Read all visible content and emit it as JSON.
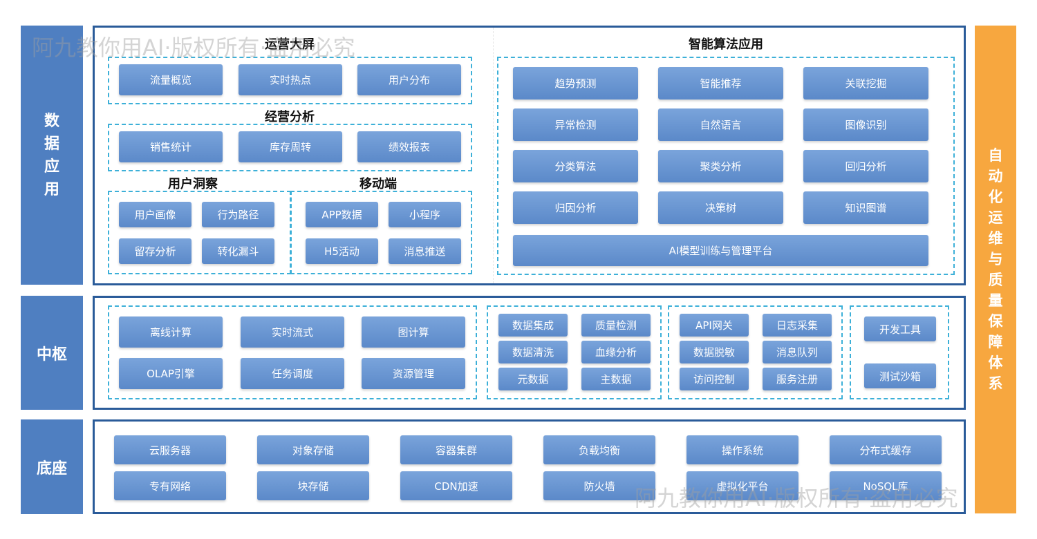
{
  "layers": {
    "data_app": "数据应用",
    "hub": "中枢",
    "base": "底座",
    "side": "自动化运维与质量保障体系"
  },
  "sections": {
    "ops_screen": {
      "title": "运营大屏",
      "items": [
        "流量概览",
        "实时热点",
        "用户分布"
      ]
    },
    "biz_analysis": {
      "title": "经营分析",
      "items": [
        "销售统计",
        "库存周转",
        "绩效报表"
      ]
    },
    "user_insight": {
      "title": "用户洞察",
      "items": [
        "用户画像",
        "行为路径",
        "留存分析",
        "转化漏斗"
      ]
    },
    "mobile": {
      "title": "移动端",
      "items": [
        "APP数据",
        "小程序",
        "H5活动",
        "消息推送"
      ]
    },
    "ai_apps": {
      "title": "智能算法应用",
      "items": [
        "趋势预测",
        "智能推荐",
        "关联挖掘",
        "异常检测",
        "自然语言",
        "图像识别",
        "分类算法",
        "聚类分析",
        "回归分析",
        "归因分析",
        "决策树",
        "知识图谱"
      ],
      "platform": "AI模型训练与管理平台"
    }
  },
  "hub": {
    "compute": [
      "离线计算",
      "实时流式",
      "图计算",
      "OLAP引擎",
      "任务调度",
      "资源管理"
    ],
    "data_gov": [
      "数据集成",
      "质量检测",
      "数据清洗",
      "血缘分析",
      "元数据",
      "主数据"
    ],
    "service": [
      "API网关",
      "日志采集",
      "数据脱敏",
      "消息队列",
      "访问控制",
      "服务注册"
    ],
    "tools": [
      "开发工具",
      "测试沙箱"
    ]
  },
  "base": {
    "items": [
      "云服务器",
      "对象存储",
      "容器集群",
      "负载均衡",
      "操作系统",
      "分布式缓存",
      "专有网络",
      "块存储",
      "CDN加速",
      "防火墙",
      "虚拟化平台",
      "NoSQL库"
    ]
  },
  "watermark": "阿九教你用AI·版权所有·盗用必究",
  "colors": {
    "layer_blue": "#4f7fc1",
    "frame_blue": "#2a5b99",
    "dash_cyan": "#3db0d8",
    "box_blue": "#6b96d2",
    "orange": "#f7a73f"
  }
}
